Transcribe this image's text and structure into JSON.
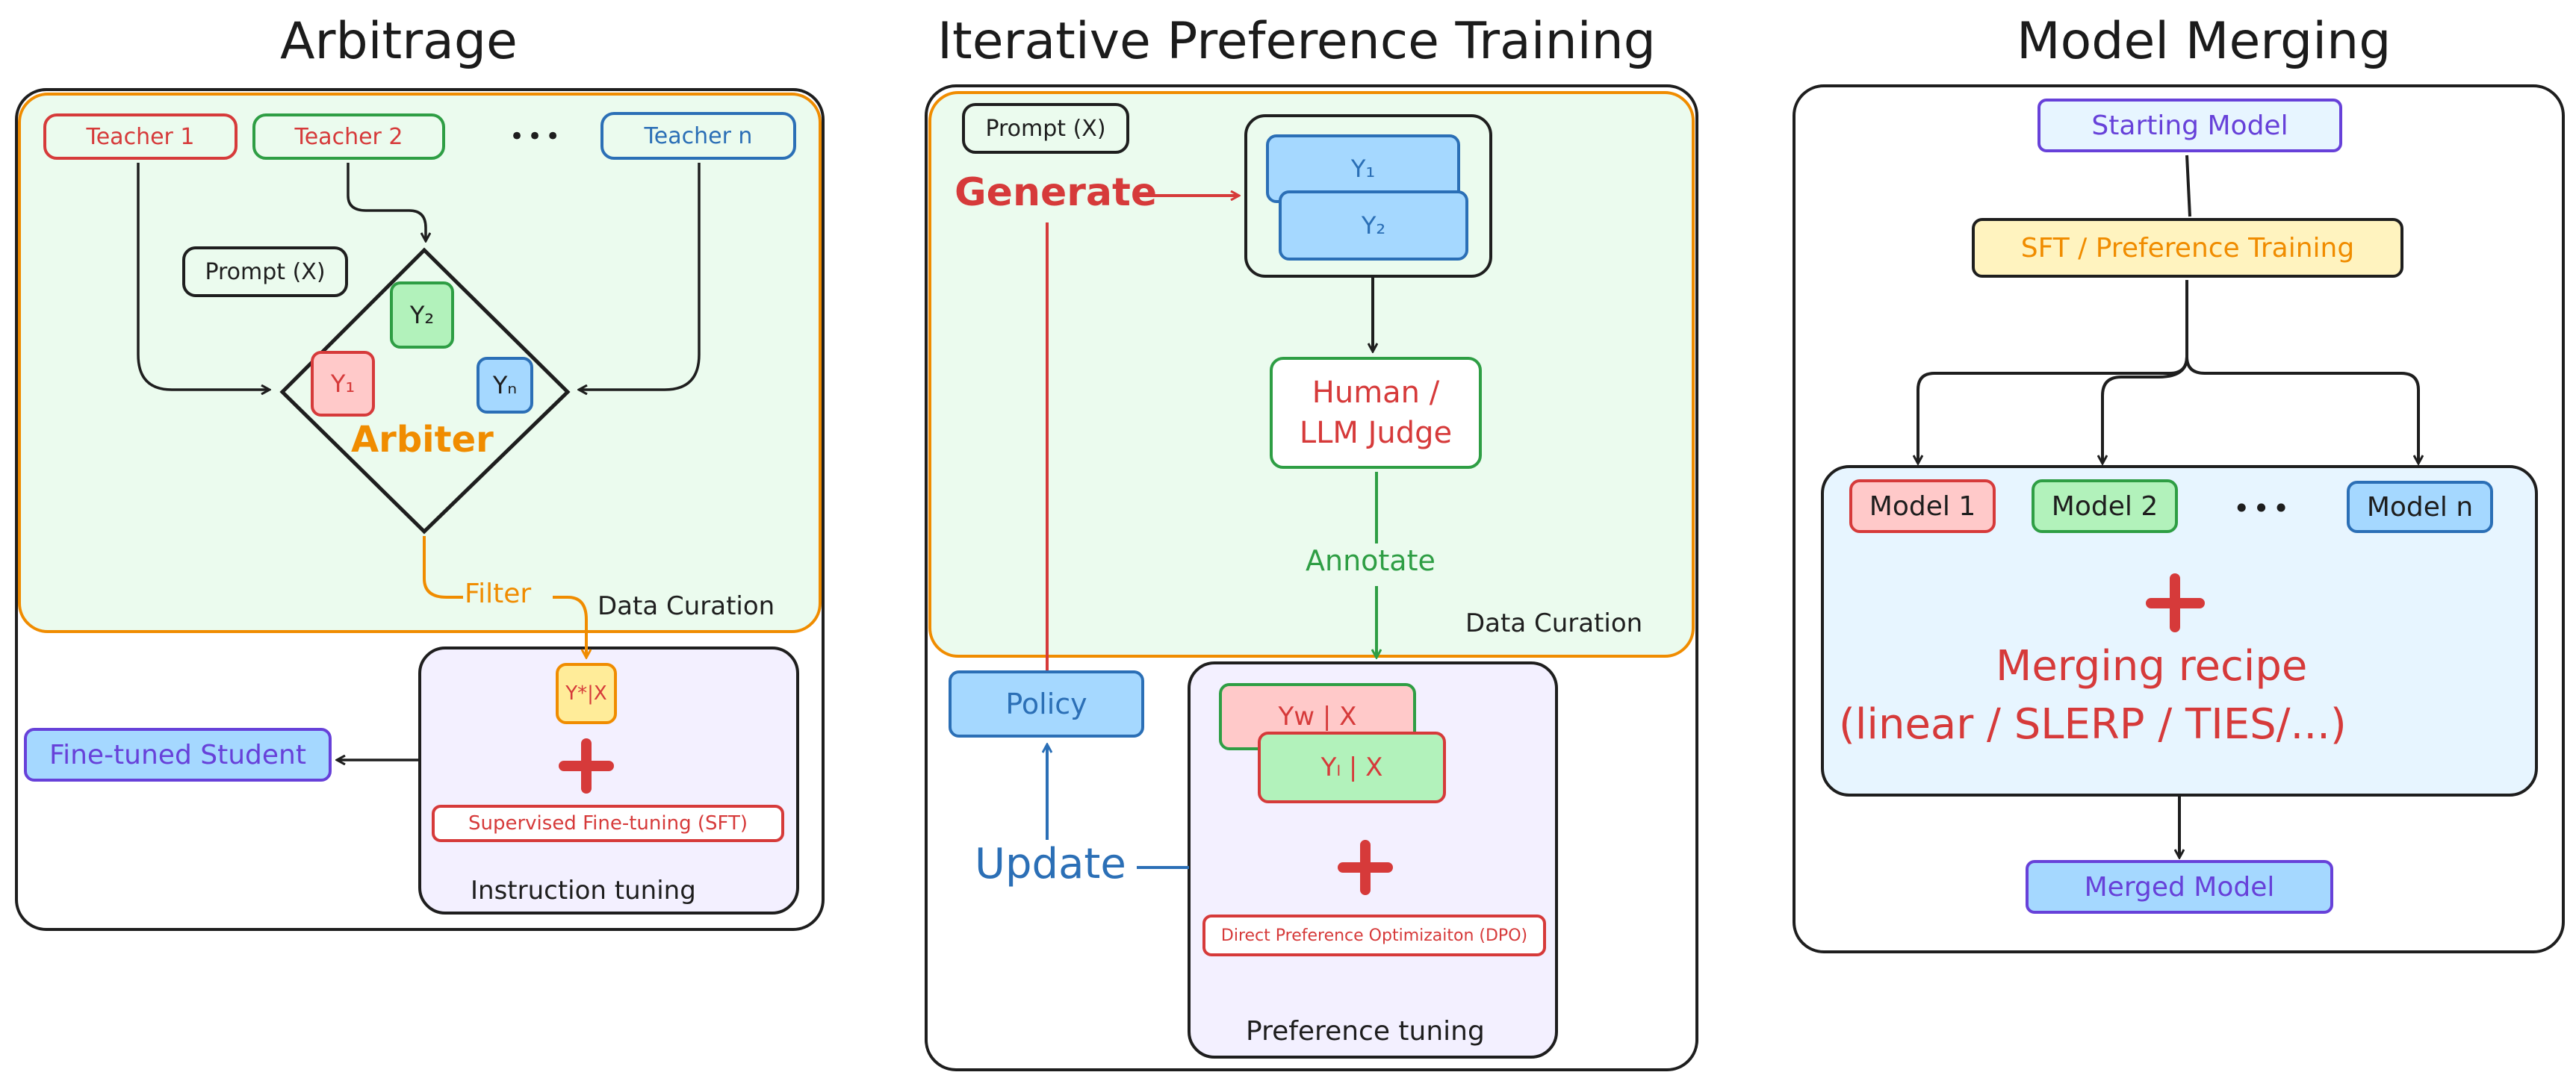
{
  "colors": {
    "red": "#d63a3a",
    "green": "#2e9e44",
    "blue": "#2b6fb6",
    "orange": "#f08c00",
    "purple": "#6741d9",
    "black": "#1e1e1e",
    "green_fill": "#ebfbee",
    "purple_fill": "#f3f0ff",
    "blue_fill": "#e7f5ff"
  },
  "arbitrage": {
    "title": "Arbitrage",
    "teachers": [
      "Teacher 1",
      "Teacher 2",
      "Teacher n"
    ],
    "ellipsis": "•••",
    "prompt": "Prompt (X)",
    "y1": "Y₁",
    "y2": "Y₂",
    "yn": "Yₙ",
    "arbiter": "Arbiter",
    "filter": "Filter",
    "data_curation": "Data Curation",
    "ystar": "Y*|X",
    "plus": "+",
    "sft": "Supervised Fine-tuning (SFT)",
    "instruction_tuning": "Instruction tuning",
    "student": "Fine-tuned Student"
  },
  "ipt": {
    "title": "Iterative Preference Training",
    "prompt": "Prompt (X)",
    "generate": "Generate",
    "y1": "Y₁",
    "y2": "Y₂",
    "judge_line1": "Human /",
    "judge_line2": "LLM Judge",
    "annotate": "Annotate",
    "data_curation": "Data Curation",
    "policy": "Policy",
    "update": "Update",
    "yw": "Yw | X",
    "yl": "Yₗ | X",
    "plus": "+",
    "dpo": "Direct Preference Optimizaiton (DPO)",
    "preference_tuning": "Preference tuning"
  },
  "merging": {
    "title": "Model Merging",
    "starting_model": "Starting Model",
    "sft_pref": "SFT / Preference Training",
    "models": [
      "Model 1",
      "Model 2",
      "Model n"
    ],
    "ellipsis": "•••",
    "plus": "+",
    "recipe_line1": "Merging recipe",
    "recipe_line2": "(linear / SLERP / TIES/...)",
    "merged_model": "Merged Model"
  }
}
